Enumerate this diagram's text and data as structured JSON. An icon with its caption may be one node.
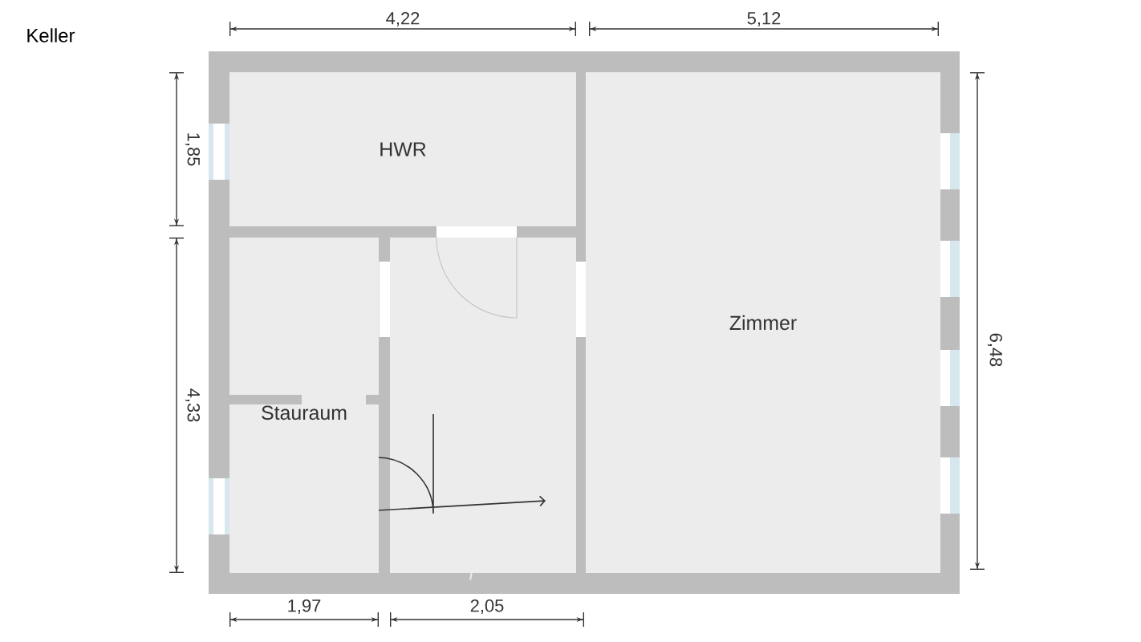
{
  "diagram": {
    "nodes": [
      {
        "text": [
          "HWR"
        ]
      },
      {
        "text": [
          "Stauraum"
        ]
      },
      {
        "text": [
          "Zimmer"
        ]
      }
    ],
    "labels": [
      "Keller",
      "4,22",
      "5,12",
      "1,85",
      "4,33",
      "6,48",
      "1,97",
      "2,05"
    ]
  }
}
